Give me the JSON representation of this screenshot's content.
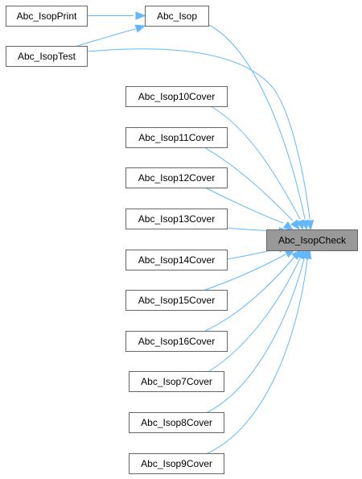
{
  "graph": {
    "focus": "Abc_IsopCheck",
    "colors": {
      "edge": "#63b8ff",
      "focus_fill": "#999999",
      "node_fill": "#ffffff",
      "node_stroke": "#666666"
    },
    "nodes": [
      {
        "id": "print",
        "label": "Abc_IsopPrint"
      },
      {
        "id": "isop",
        "label": "Abc_Isop"
      },
      {
        "id": "test",
        "label": "Abc_IsopTest"
      },
      {
        "id": "c10",
        "label": "Abc_Isop10Cover"
      },
      {
        "id": "c11",
        "label": "Abc_Isop11Cover"
      },
      {
        "id": "c12",
        "label": "Abc_Isop12Cover"
      },
      {
        "id": "c13",
        "label": "Abc_Isop13Cover"
      },
      {
        "id": "c14",
        "label": "Abc_Isop14Cover"
      },
      {
        "id": "c15",
        "label": "Abc_Isop15Cover"
      },
      {
        "id": "c16",
        "label": "Abc_Isop16Cover"
      },
      {
        "id": "c7",
        "label": "Abc_Isop7Cover"
      },
      {
        "id": "c8",
        "label": "Abc_Isop8Cover"
      },
      {
        "id": "c9",
        "label": "Abc_Isop9Cover"
      },
      {
        "id": "check",
        "label": "Abc_IsopCheck"
      }
    ],
    "edges": [
      {
        "from": "print",
        "to": "isop"
      },
      {
        "from": "test",
        "to": "isop"
      },
      {
        "from": "isop",
        "to": "check"
      },
      {
        "from": "test",
        "to": "check"
      },
      {
        "from": "c10",
        "to": "check"
      },
      {
        "from": "c11",
        "to": "check"
      },
      {
        "from": "c12",
        "to": "check"
      },
      {
        "from": "c13",
        "to": "check"
      },
      {
        "from": "c14",
        "to": "check"
      },
      {
        "from": "c15",
        "to": "check"
      },
      {
        "from": "c16",
        "to": "check"
      },
      {
        "from": "c7",
        "to": "check"
      },
      {
        "from": "c8",
        "to": "check"
      },
      {
        "from": "c9",
        "to": "check"
      }
    ]
  }
}
